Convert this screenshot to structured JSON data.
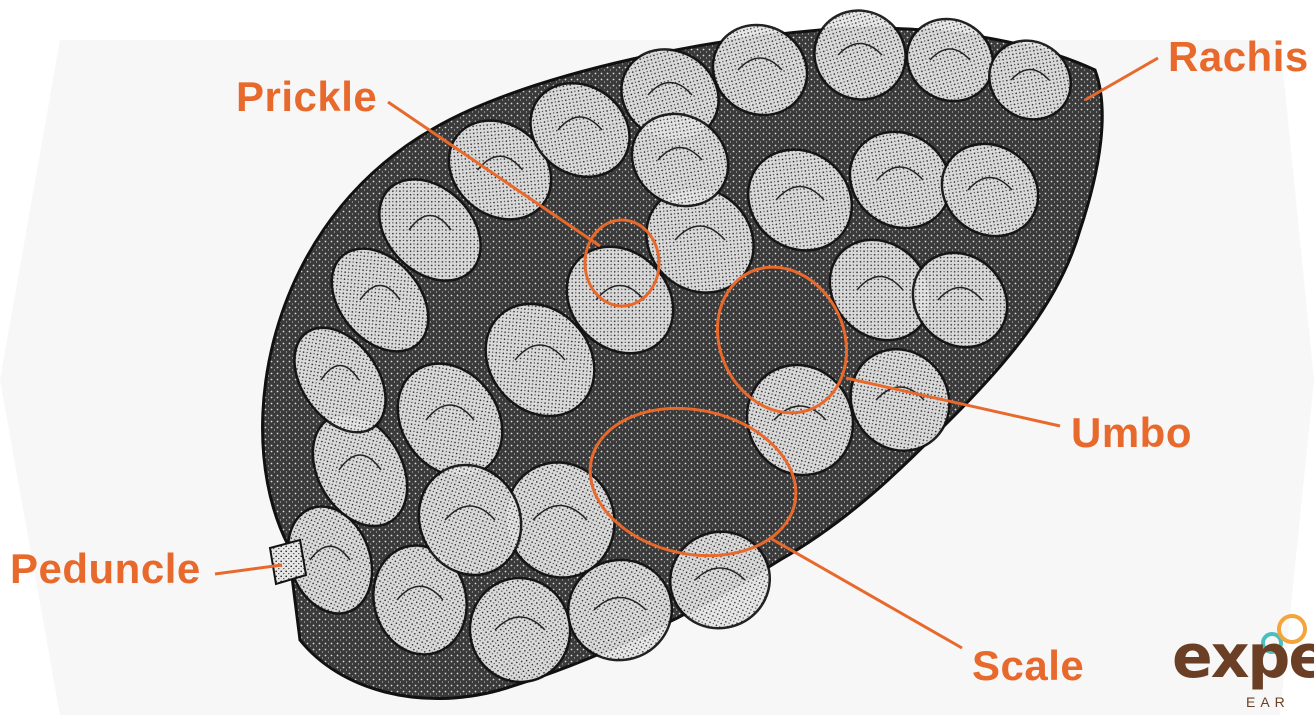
{
  "colors": {
    "accent": "#e8692c",
    "ink": "#2b2b2b",
    "cone_light": "#cfcfcf",
    "cone_mid": "#8a8a8a",
    "cone_dark": "#1c1c1c",
    "logo_brown": "#6b3f25",
    "logo_teal": "#4bbfbf",
    "logo_orange": "#f3a43a"
  },
  "labels": {
    "rachis": "Rachis",
    "prickle": "Prickle",
    "umbo": "Umbo",
    "peduncle": "Peduncle",
    "scale": "Scale"
  },
  "logo": {
    "word": "exper",
    "sub": "EAR"
  }
}
